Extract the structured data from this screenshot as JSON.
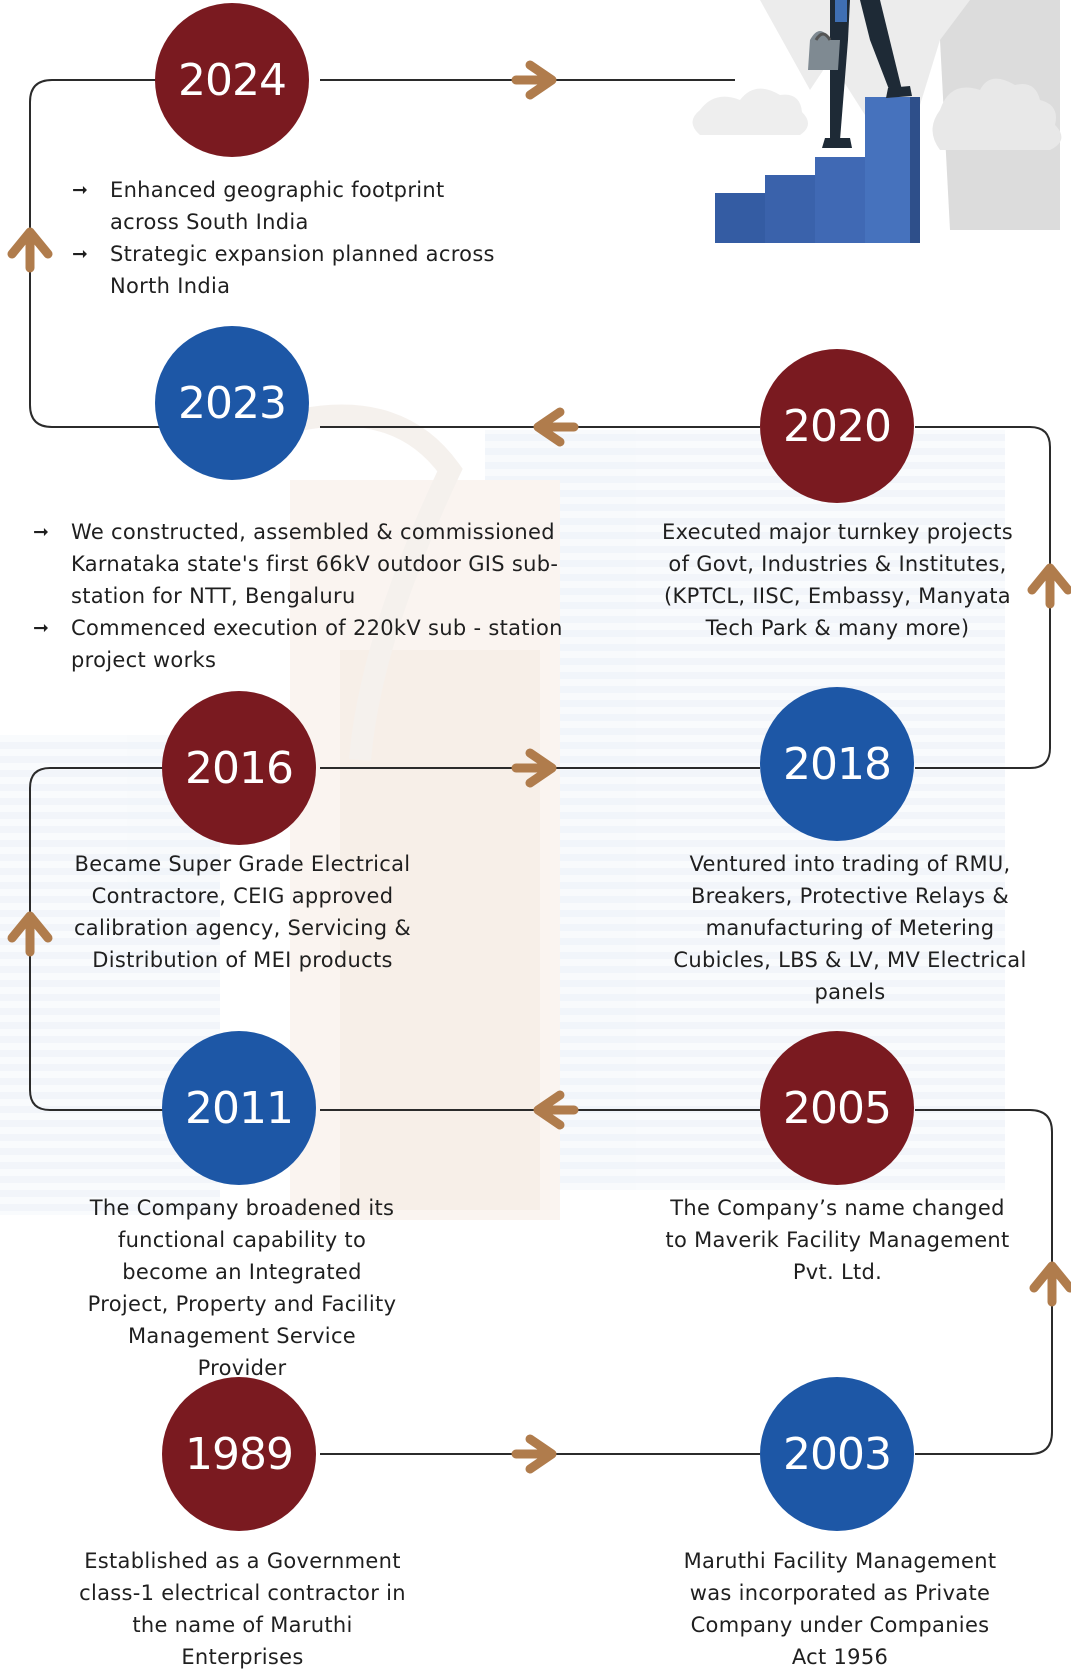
{
  "colors": {
    "maroon": "#7a1a20",
    "blue": "#1d57a6",
    "connector": "#2b2b2b",
    "arrow": "#b07c4c"
  },
  "milestones": [
    {
      "year": "2024",
      "color": "maroon",
      "bullets": [
        "Enhanced geographic footprint across South India",
        "Strategic expansion planned across North India"
      ]
    },
    {
      "year": "2023",
      "color": "blue",
      "bullets": [
        "We constructed, assembled & commissioned Karnataka state's first 66kV outdoor GIS sub-station for NTT, Bengaluru",
        "Commenced execution of 220kV sub - station project works"
      ]
    },
    {
      "year": "2020",
      "color": "maroon",
      "text": "Executed major turnkey projects of Govt, Industries & Institutes, (KPTCL, IISC, Embassy, Manyata Tech Park & many more)"
    },
    {
      "year": "2016",
      "color": "maroon",
      "text": "Became Super Grade Electrical Contractore, CEIG approved calibration agency, Servicing & Distribution of MEI products"
    },
    {
      "year": "2018",
      "color": "blue",
      "text": "Ventured into trading of RMU, Breakers, Protective Relays & manufacturing of Metering Cubicles, LBS & LV, MV Electrical panels"
    },
    {
      "year": "2011",
      "color": "blue",
      "text": "The Company broadened its functional capability to become an Integrated Project, Property and Facility Management Service Provider"
    },
    {
      "year": "2005",
      "color": "maroon",
      "text": "The Company’s name changed to Maverik Facility Management Pvt. Ltd."
    },
    {
      "year": "1989",
      "color": "maroon",
      "text": "Established as a Government class-1 electrical contractor in the name of Maruthi Enterprises"
    },
    {
      "year": "2003",
      "color": "blue",
      "text": "Maruthi Facility Management was incorporated as Private Company under Companies Act 1956"
    }
  ],
  "icons": {
    "bullet": "bullet-arrow-icon",
    "flow": "flow-arrow-icon",
    "illustration": "businesswoman-climbing-stairs-illustration"
  }
}
